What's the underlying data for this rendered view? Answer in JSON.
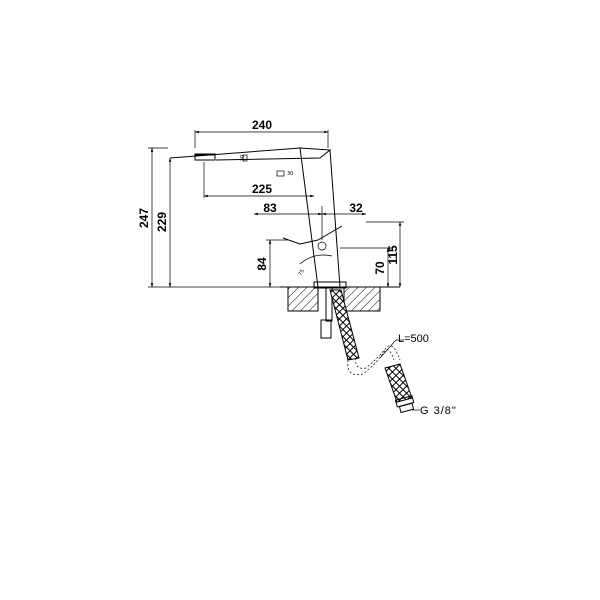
{
  "dimensions": {
    "width_top": "240",
    "spout_reach": "225",
    "left_offset": "83",
    "right_offset": "32",
    "total_height": "247",
    "spout_height": "229",
    "lever_height_left": "84",
    "lever_height_right": "70",
    "body_height": "115",
    "spout_angle": "30",
    "spray_angle": "30",
    "lever_angle": "75"
  },
  "hose": {
    "length_label": "L=500",
    "thread_label": "G 3/8\""
  }
}
